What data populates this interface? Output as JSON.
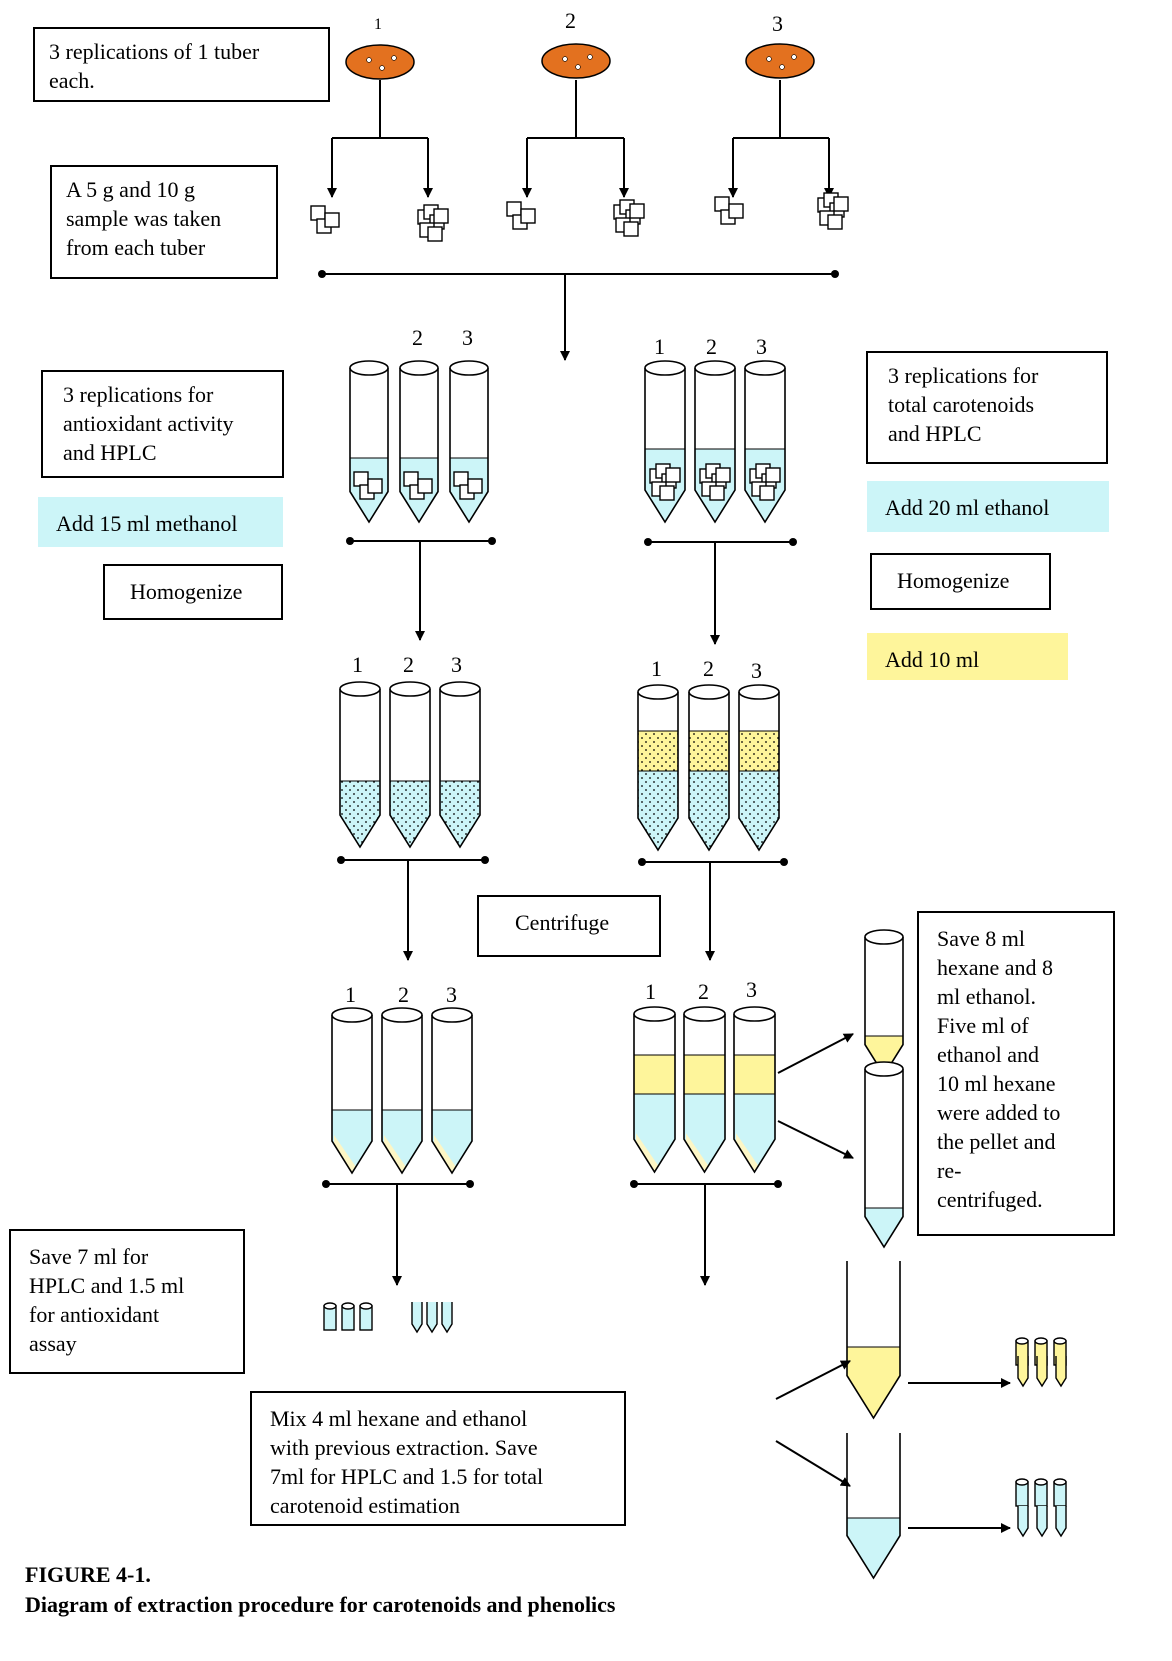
{
  "boxes": {
    "tuber_reps": [
      "3 replications of 1 tuber",
      "each."
    ],
    "sample_taken": [
      "A 5 g and 10 g",
      "sample was taken",
      "from each tuber"
    ],
    "antioxidant_reps": [
      "3 replications for",
      "antioxidant activity",
      "and HPLC"
    ],
    "carotenoid_reps": [
      "3 replications for",
      "total carotenoids",
      "and HPLC"
    ],
    "add_methanol": "Add 15 ml methanol",
    "add_ethanol": "Add 20 ml ethanol",
    "homogenize_left": "Homogenize",
    "homogenize_right": "Homogenize",
    "add_10ml": "Add 10 ml",
    "centrifuge": "Centrifuge",
    "save_hexane": [
      "Save 8 ml",
      "hexane and 8",
      "ml ethanol.",
      "Five ml of",
      "ethanol and",
      "10 ml hexane",
      "were added to",
      "the pellet and",
      "re-",
      "centrifuged."
    ],
    "save_7ml": [
      "Save 7 ml for",
      "HPLC and 1.5 ml",
      "for antioxidant",
      "assay"
    ],
    "mix_4ml": [
      "Mix 4 ml  hexane and ethanol",
      "with previous extraction.  Save",
      "7ml for HPLC and 1.5 for total",
      "carotenoid estimation"
    ]
  },
  "labels": {
    "tuber": [
      "1",
      "2",
      "3"
    ],
    "tubes_row1_left": [
      "2",
      "3"
    ],
    "tubes_row1_right": [
      "1",
      "2",
      "3"
    ],
    "tubes_row2_left": [
      "1",
      "2",
      "3"
    ],
    "tubes_row2_right": [
      "1",
      "2",
      "3"
    ],
    "tubes_row3_left": [
      "1",
      "2",
      "3"
    ],
    "tubes_row3_right": [
      "1",
      "2",
      "3"
    ]
  },
  "caption": {
    "figure": "FIGURE 4-1.",
    "title": "Diagram of extraction procedure for carotenoids and phenolics"
  },
  "colors": {
    "tuber": "#e3711f",
    "methanol": "#ccf5f8",
    "hexane": "#fef59b",
    "line": "#000000"
  }
}
